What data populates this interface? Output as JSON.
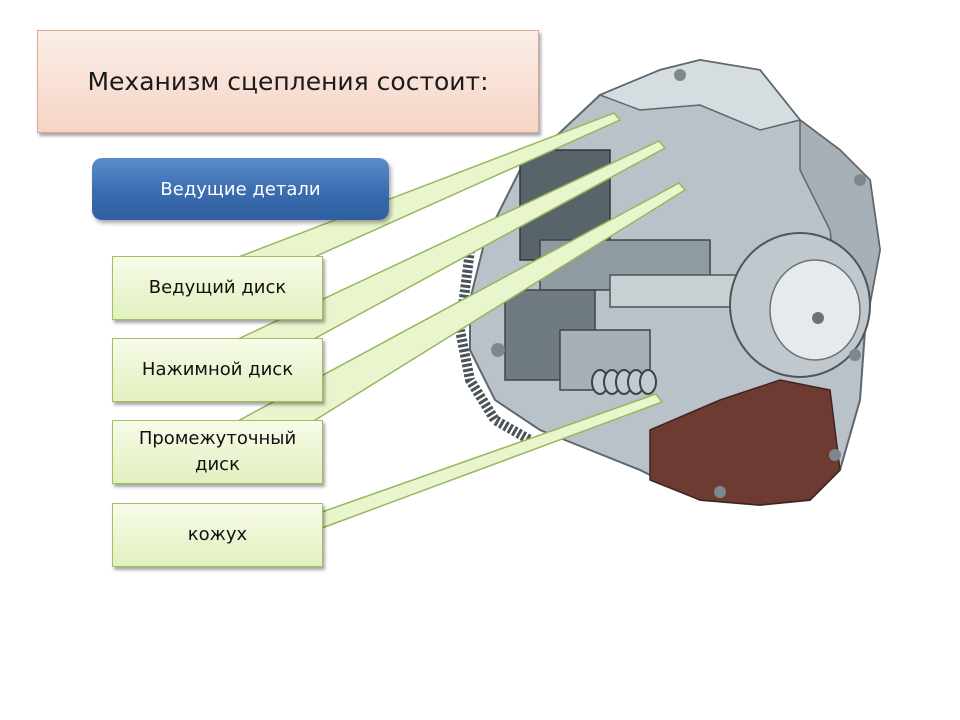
{
  "title": "Механизм сцепления состоит:",
  "category_label": "Ведущие детали",
  "parts": [
    {
      "label": "Ведущий диск"
    },
    {
      "label": "Нажимной диск"
    },
    {
      "label": "Промежуточный диск"
    },
    {
      "label": "кожух"
    }
  ],
  "colors": {
    "title_fill": "#f6d4c6",
    "category_fill": "#3a6cb0",
    "part_fill": "#e2f0be",
    "callout_fill": "#e9f5cc"
  }
}
